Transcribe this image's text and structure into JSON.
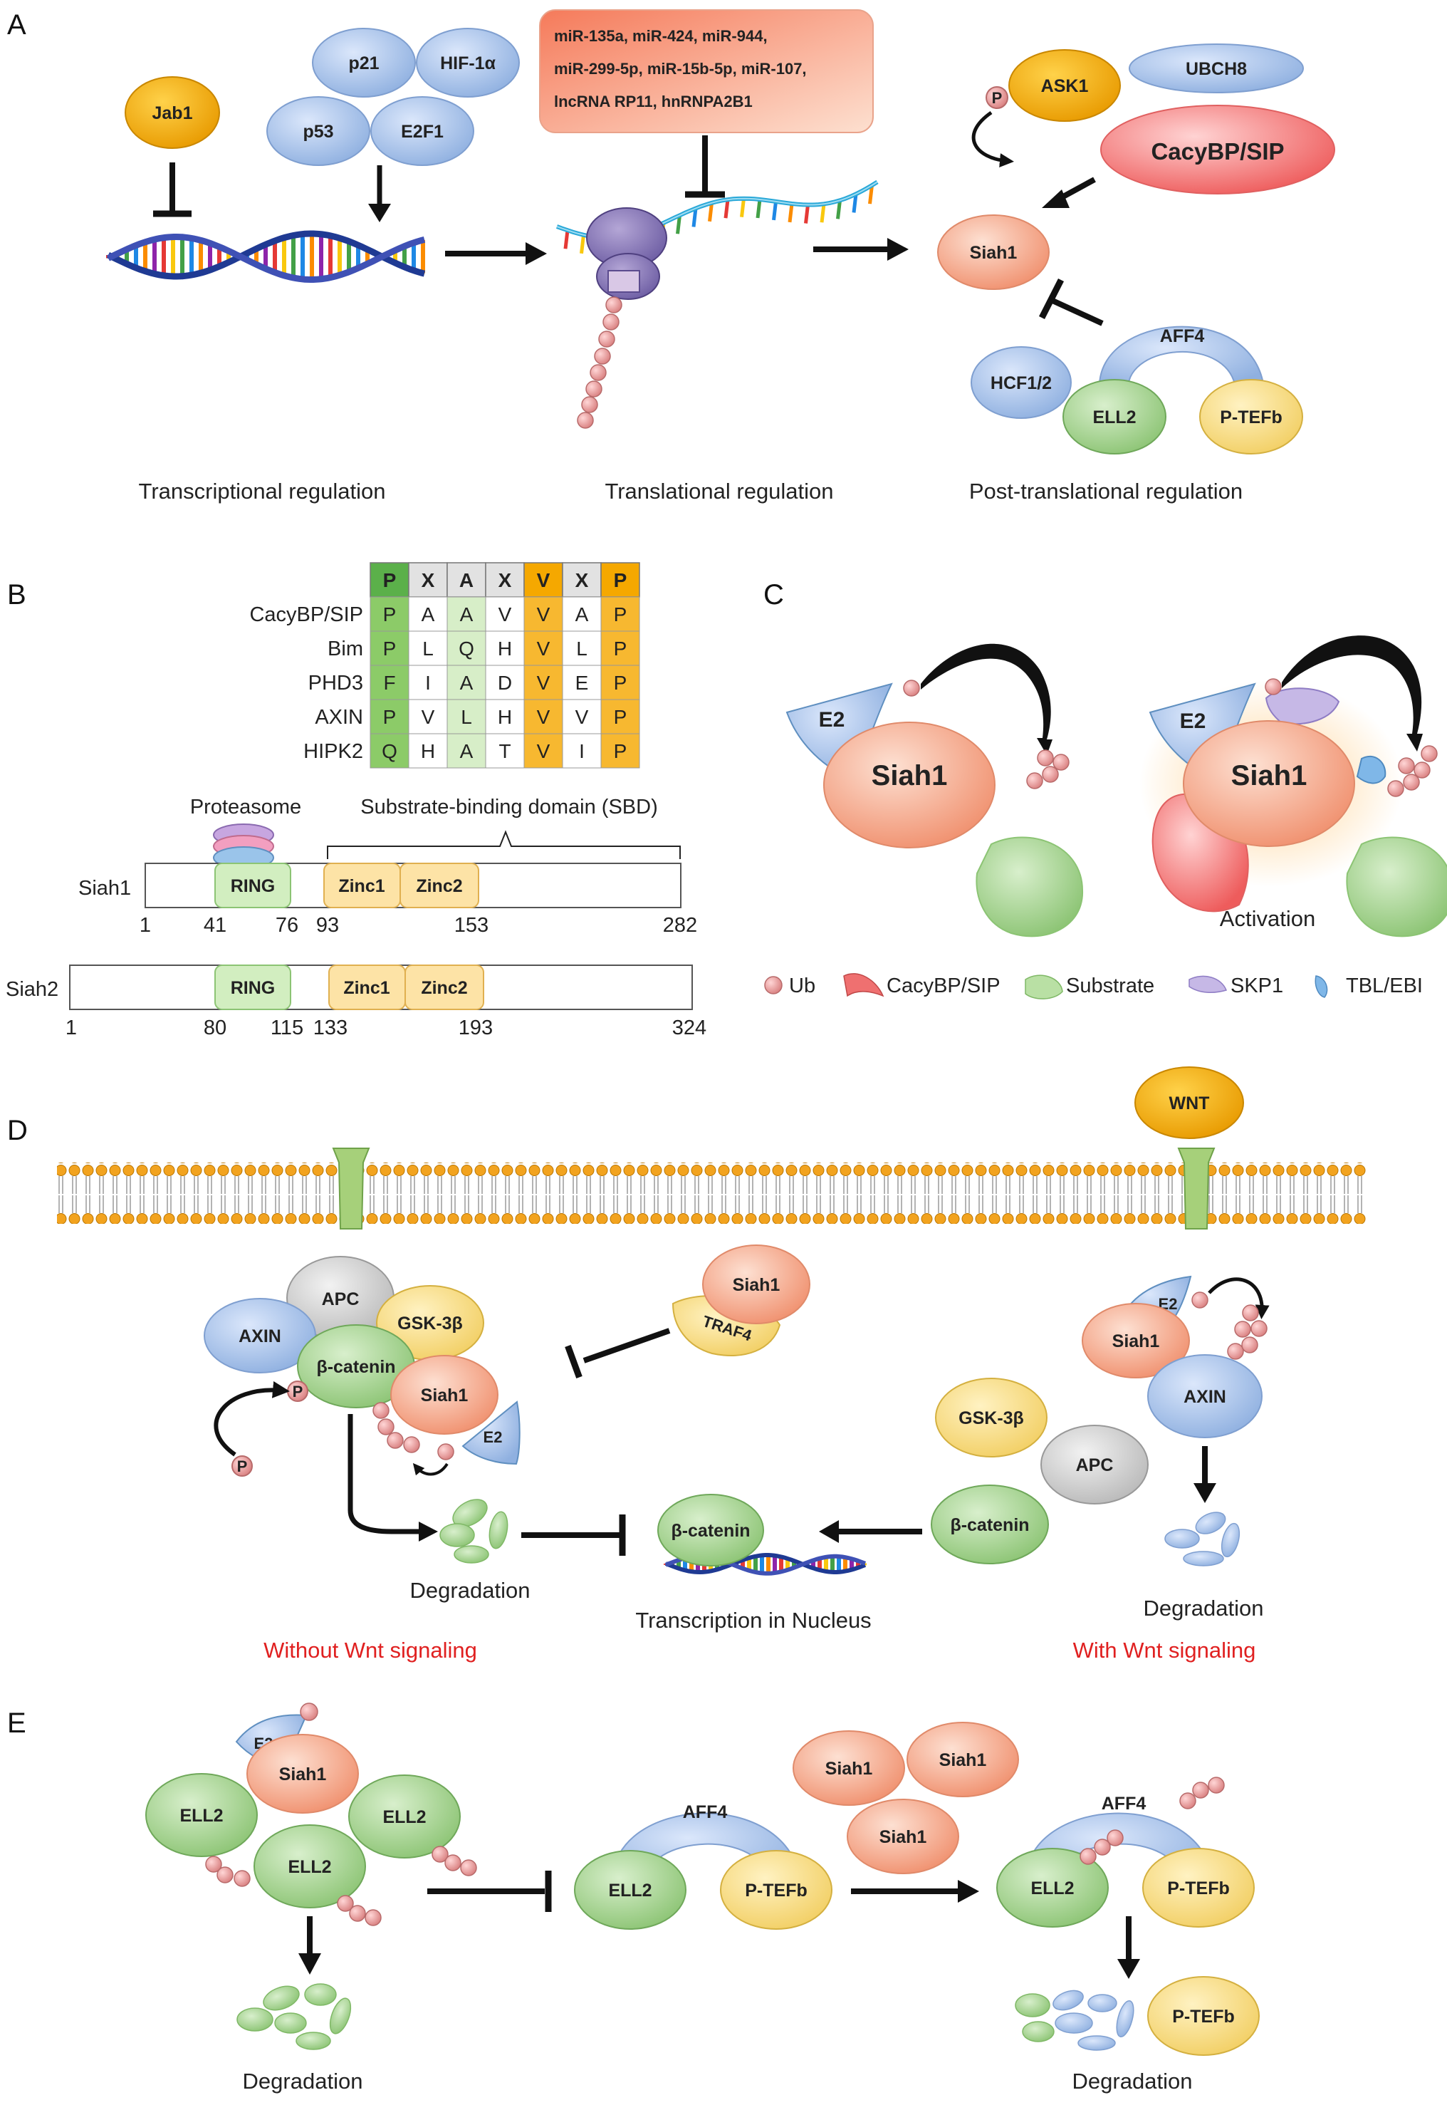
{
  "panels": {
    "a": "A",
    "b": "B",
    "c": "C",
    "d": "D",
    "e": "E"
  },
  "colors": {
    "orange": "#f5a800",
    "salmon": "#f7a98a",
    "lightblue": "#a9c4ec",
    "green": "#a9d494",
    "yellow": "#f9df8a",
    "grey": "#cfcfcf",
    "ub": "#f0a0a0",
    "membrane": "#f0a020",
    "red_text": "#e02020"
  },
  "panel_a": {
    "jab1": "Jab1",
    "p21": "p21",
    "hif1a": "HIF-1α",
    "p53": "p53",
    "e2f1": "E2F1",
    "mirna_line1": "miR-135a, miR-424, miR-944,",
    "mirna_line2": "miR-299-5p, miR-15b-5p, miR-107,",
    "mirna_line3": "lncRNA RP11, hnRNPA2B1",
    "p": "P",
    "ask1": "ASK1",
    "ubch8": "UBCH8",
    "cacybp": "CacyBP/SIP",
    "siah1": "Siah1",
    "aff4": "AFF4",
    "hcf12": "HCF1/2",
    "ell2": "ELL2",
    "ptefb": "P-TEFb",
    "cap_transcription": "Transcriptional regulation",
    "cap_translation": "Translational regulation",
    "cap_post": "Post-translational regulation"
  },
  "panel_b": {
    "motif": [
      "P",
      "X",
      "A",
      "X",
      "V",
      "X",
      "P"
    ],
    "rows": [
      {
        "name": "CacyBP/SIP",
        "res": [
          "P",
          "A",
          "A",
          "V",
          "V",
          "A",
          "P"
        ]
      },
      {
        "name": "Bim",
        "res": [
          "P",
          "L",
          "Q",
          "H",
          "V",
          "L",
          "P"
        ]
      },
      {
        "name": "PHD3",
        "res": [
          "F",
          "I",
          "A",
          "D",
          "V",
          "E",
          "P"
        ]
      },
      {
        "name": "AXIN",
        "res": [
          "P",
          "V",
          "L",
          "H",
          "V",
          "V",
          "P"
        ]
      },
      {
        "name": "HIPK2",
        "res": [
          "Q",
          "H",
          "A",
          "T",
          "V",
          "I",
          "P"
        ]
      }
    ],
    "proteasome": "Proteasome",
    "sbd": "Substrate-binding domain (SBD)",
    "siah1": "Siah1",
    "siah2": "Siah2",
    "ring": "RING",
    "zinc1": "Zinc1",
    "zinc2": "Zinc2",
    "siah1_nums": [
      "1",
      "41",
      "76",
      "93",
      "153",
      "282"
    ],
    "siah2_nums": [
      "1",
      "80",
      "115",
      "133",
      "193",
      "324"
    ]
  },
  "panel_c": {
    "e2": "E2",
    "siah1": "Siah1",
    "activation": "Activation",
    "legend": {
      "ub": "Ub",
      "cacybp": "CacyBP/SIP",
      "substrate": "Substrate",
      "skp1": "SKP1",
      "tbl": "TBL/EBI"
    }
  },
  "panel_d": {
    "wnt": "WNT",
    "apc": "APC",
    "axin": "AXIN",
    "gsk3b": "GSK-3β",
    "bcatenin": "β-catenin",
    "siah1": "Siah1",
    "e2": "E2",
    "p": "P",
    "traf4": "TRAF4",
    "degradation": "Degradation",
    "nucleus": "Transcription in Nucleus",
    "without": "Without Wnt signaling",
    "with": "With Wnt signaling"
  },
  "panel_e": {
    "e2": "E2",
    "siah1": "Siah1",
    "ell2": "ELL2",
    "aff4": "AFF4",
    "ptefb": "P-TEFb",
    "degradation": "Degradation"
  }
}
